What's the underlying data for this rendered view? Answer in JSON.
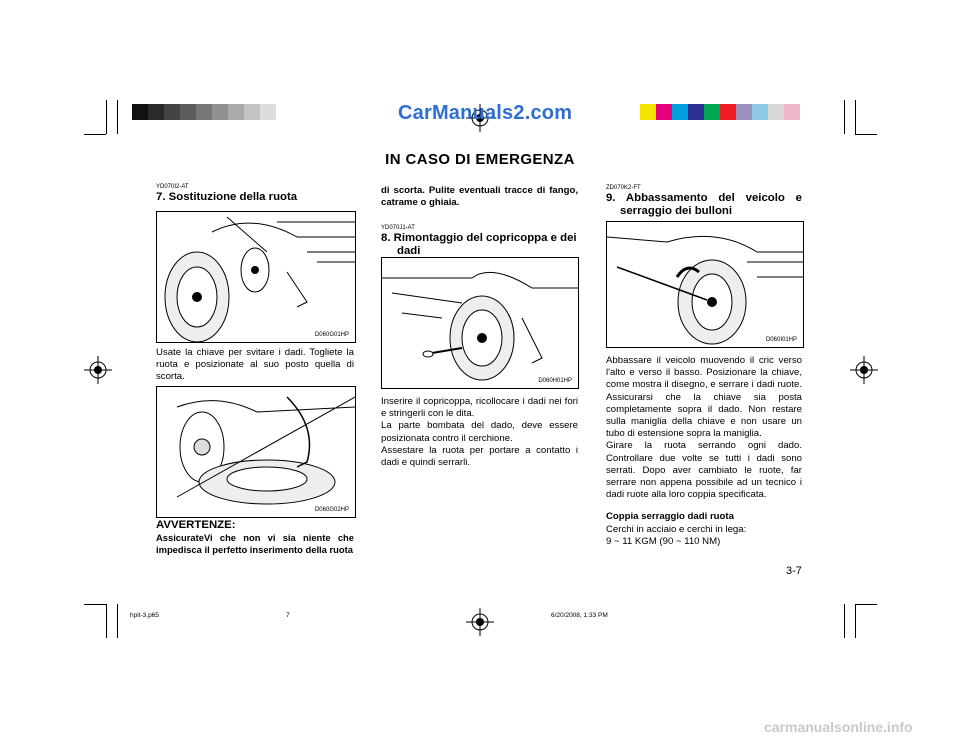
{
  "watermark_top": "CarManuals2.com",
  "watermark_bottom": "carmanualsonline.info",
  "header_title": "IN CASO DI EMERGENZA",
  "col1": {
    "code": "YD070I2-AT",
    "title": "7. Sostituzione della ruota",
    "fig1_label": "D060G01HP",
    "para": "Usate la chiave per svitare i dadi. Togliete la ruota e posizionate al suo posto quella di scorta.",
    "fig2_label": "D060G02HP",
    "warning_title": "AVVERTENZE:",
    "warning_text": "AssicurateVi che non vi sia niente che impedisca il perfetto inserimento della ruota"
  },
  "col2": {
    "continued": "di scorta. Pulite eventuali tracce di fango, catrame o ghiaia.",
    "code": "YD070J1-AT",
    "title_line1": "8. Rimontaggio del copricoppa e dei",
    "title_line2": "dadi",
    "fig_label": "D060H01HP",
    "para1": "Inserire il copricoppa, ricollocare i dadi nei fori e stringerli con le dita.",
    "para2": "La parte bombata del dado, deve essere posizionata contro il cerchione.",
    "para3": "Assestare la ruota per portare a contatto i dadi e quindi serrarli."
  },
  "col3": {
    "code": "ZD070K2-FT",
    "title_line1": "9. Abbassamento del veicolo e",
    "title_line2": "serraggio dei bulloni",
    "fig_label": "D060I01HP",
    "para1": "Abbassare il veicolo muovendo il cric verso l'alto e verso il basso. Posizionare la chiave, come mostra il disegno, e serrare i dadi ruote. Assicurarsi che la chiave sia posta completamente sopra il dado. Non restare sulla maniglia della chiave e non usare un tubo di estensione sopra la maniglia.",
    "para2": "Girare la ruota serrando ogni dado. Controllare due volte se tutti i dadi sono serrati. Dopo aver cambiato le ruote, far serrare non appena possibile ad un tecnico i dadi ruote alla loro coppia specificata.",
    "torque_title": "Coppia serraggio dadi ruota",
    "torque_line1": "Cerchi in acciaio e cerchi in lega:",
    "torque_line2": "9 ~ 11 KGM (90 ~ 110 NM)"
  },
  "page_number": "3-7",
  "footer": {
    "file": "hpit-3.p65",
    "page": "7",
    "datetime": "6/20/2008, 1:33 PM"
  },
  "colors": {
    "watermark": "#2d6fd6",
    "gray_bars": [
      "#111111",
      "#2b2b2b",
      "#444444",
      "#5c5c5c",
      "#777777",
      "#909090",
      "#aaaaaa",
      "#c4c4c4",
      "#dddddd"
    ],
    "color_bars": [
      "#f5e400",
      "#e6007e",
      "#00a0e0",
      "#2e3192",
      "#00a651",
      "#ed1c24",
      "#9a8fbd",
      "#8fc9e8",
      "#d8d8d8",
      "#f0b7c9"
    ]
  }
}
